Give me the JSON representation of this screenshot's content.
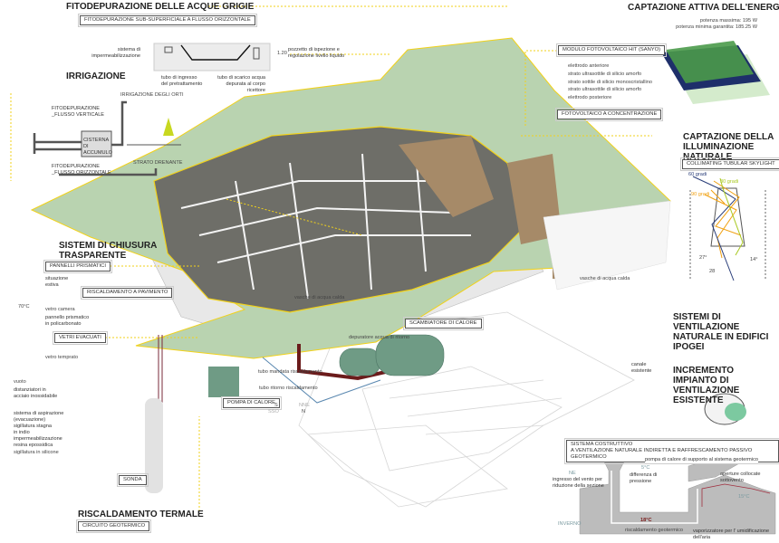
{
  "grey_water": {
    "title": "FITODEPURAZIONE DELLE ACQUE GRIGIE",
    "box": "FITODEPURAZIONE SUB-SUPERFICIALE A FLUSSO ORIZZONTALE",
    "waterproofing": "sistema di\nimpermeabilizzazione",
    "inlet": "tubo di ingresso\ndel pretrattamento",
    "outlet": "tubo di scarico acqua\ndepurata al corpo ricettore",
    "manhole": "pozzetto di ispezione e\nregolazione livello liquido",
    "dim": "1.20"
  },
  "irrigation": {
    "title": "IRRIGAZIONE",
    "gardens": "IRRIGAZIONE DEGLI ORTI",
    "vertical": "FITODEPURAZIONE\n_FLUSSO VERTICALE",
    "cistern": "CISTERNA DI\nACCUMULO",
    "drain": "STRATO DRENANTE",
    "horizontal": "FITODEPURAZIONE\n_FLUSSO ORIZZONTALE"
  },
  "solar": {
    "title": "CAPTAZIONE ATTIVA DELL'ENERGIA SOLARE",
    "power_max": "potenza massima: 195 W",
    "power_min": "potenza minima garantita: 185.25 W",
    "module_box": "MODULO FOTOVOLTAICO HIT (SANYO)",
    "layers": [
      "elettrodo anteriore",
      "strato ultrasottile di silicio amorfo",
      "strato sottile di silicio monoscristallino",
      "strato ultrasottile di silicio amorfo",
      "elettrodo posteriore"
    ],
    "concentration_box": "FOTOVOLTAICO A CONCENTRAZIONE"
  },
  "daylight": {
    "title": "CAPTAZIONE DELLA\nILLUMINAZIONE NATURALE",
    "box": "COLLIMATING TUBULAR SKYLIGHT",
    "deg60": "60 gradi",
    "deg30": "30 gradi",
    "deg90": "90 gradi",
    "a27": "27°",
    "a14": "14°",
    "a28": "28"
  },
  "hot_pools_right": "vasche di acqua calda",
  "ventilation": {
    "title": "SISTEMI DI VENTILAZIONE\nNATURALE IN EDIFICI IPOGEI",
    "channel": "canale\nesistente",
    "increase_title": "INCREMENTO IMPIANTO DI\nVENTILAZIONE ESISTENTE"
  },
  "glazing": {
    "title": "SISTEMI DI CHIUSURA\nTRASPARENTE",
    "prismatic_box": "PANNELLI PRISMATICI",
    "summer": "situazione\nestiva",
    "angle": "70°C",
    "glass_chamber": "vetro camera",
    "prismatic_panel": "pannello prismatico\nin policarbonato",
    "floor_heating_box": "RISCALDAMENTO A PAVIMENTO",
    "evacuated_box": "VETRI EVACUATI",
    "tempered": "vetro temprato",
    "vacuum": "vuoto",
    "spacers": "distanziatori in\nacciaio inossidabile",
    "suction": "sistema di aspirazione\n(evacuazione)",
    "indium": "sigillatura stagna\nin indio",
    "epoxy": "impermeabilizzazione\nresina epossidica",
    "silicone": "sigillatura in silicone"
  },
  "thermal": {
    "probe_box": "SONDA",
    "title": "RISCALDAMENTO TERMALE",
    "circuit_box": "CIRCUITO GEOTERMICO",
    "hot_pools": "vasche di acqua calda",
    "exchanger_box": "SCAMBIATORE DI CALORE",
    "purifier": "depuratore acqua di ritorno",
    "supply": "tubo mandata riscaldamento",
    "return": "tubo ritorno riscaldamento",
    "pump_box": "POMPA DI CALORE"
  },
  "compass": {
    "s": "S",
    "nne": "NNE",
    "sso": "SSO",
    "n": "N"
  },
  "section": {
    "box": "SISTEMA COSTRUTTIVO\nA VENTILAZIONE NATURALE INDIRETTA E RAFFRESCAMENTO PASSIVO GEOTERMICO",
    "ne": "NE",
    "wind": "ingresso del vento per\nriduzione della sezione",
    "t5": "5°C",
    "pressure": "differenza di\npressione",
    "heat_pump": "pompa di calore di supporto al sistema geotermico",
    "openings": "aperture collocate\nsottovento",
    "t15": "15°C",
    "winter": "INVERNO",
    "t18": "18°C",
    "geo_heating": "riscaldamento geotermico",
    "vaporizer": "vaporizzatore per l' umidificazione\ndell'aria"
  },
  "colors": {
    "roof": "#b9d3b0",
    "accent": "#f2d21a",
    "pipe_red": "#6b1b1b",
    "pipe_blue": "#5a88b0",
    "tank": "#6f9b85"
  }
}
